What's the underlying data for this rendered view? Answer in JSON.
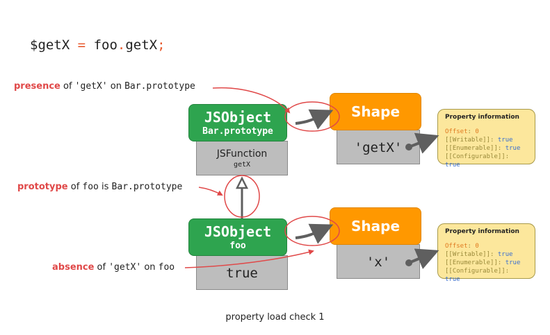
{
  "code": {
    "lhs": "$getX",
    "eq": "=",
    "obj": "foo",
    "dot": ".",
    "prop": "getX",
    "semi": ";"
  },
  "top": {
    "jsobject_title": "JSObject",
    "jsobject_sub": "Bar.prototype",
    "func_title": "JSFunction",
    "func_sub": "getX",
    "shape_title": "Shape",
    "shape_key": "'getX'"
  },
  "bottom": {
    "jsobject_title": "JSObject",
    "jsobject_sub": "foo",
    "value": "true",
    "shape_title": "Shape",
    "shape_key": "'x'"
  },
  "info_top": {
    "header": "Property information",
    "offset_k": "Offset",
    "offset_v": "0",
    "w_k": "[[Writable]]",
    "w_v": "true",
    "e_k": "[[Enumerable]]",
    "e_v": "true",
    "c_k": "[[Configurable]]",
    "c_v": "true"
  },
  "info_bottom": {
    "header": "Property information",
    "offset_k": "Offset",
    "offset_v": "0",
    "w_k": "[[Writable]]",
    "w_v": "true",
    "e_k": "[[Enumerable]]",
    "e_v": "true",
    "c_k": "[[Configurable]]",
    "c_v": "true"
  },
  "labels": {
    "presence": {
      "hl": "presence",
      "of": " of ",
      "key": "'getX'",
      "on": " on ",
      "target": "Bar.prototype"
    },
    "prototype": {
      "hl": "prototype",
      "of": " of ",
      "obj": "foo",
      "is": " is ",
      "target": "Bar.prototype"
    },
    "absence": {
      "hl": "absence",
      "of": " of ",
      "key": "'getX'",
      "on": " on ",
      "target": "foo"
    }
  },
  "caption": "property load check 1",
  "colors": {
    "green": "#2ea44f",
    "orange": "#ff9800",
    "gray": "#bdbdbd",
    "red": "#e04848",
    "yellow": "#fce79c"
  }
}
